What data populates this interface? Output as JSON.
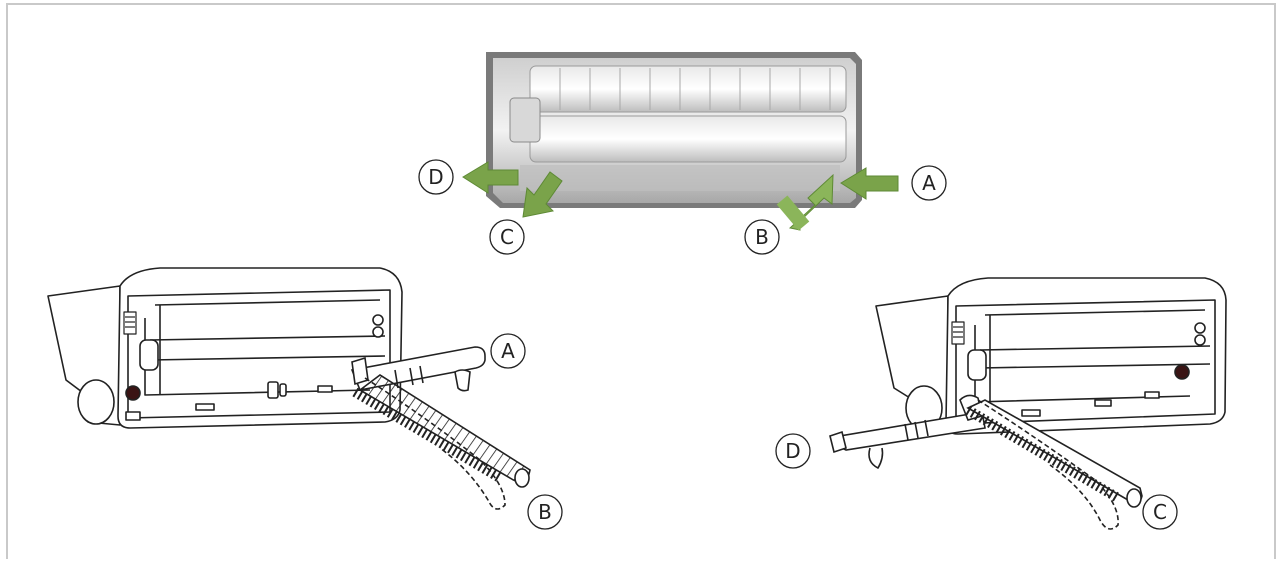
{
  "labels": {
    "a": "A",
    "b": "B",
    "c": "C",
    "d": "D"
  },
  "colors": {
    "arrow": "#7aa34a",
    "arrow_dark": "#5e8a35",
    "line": "#222222"
  }
}
